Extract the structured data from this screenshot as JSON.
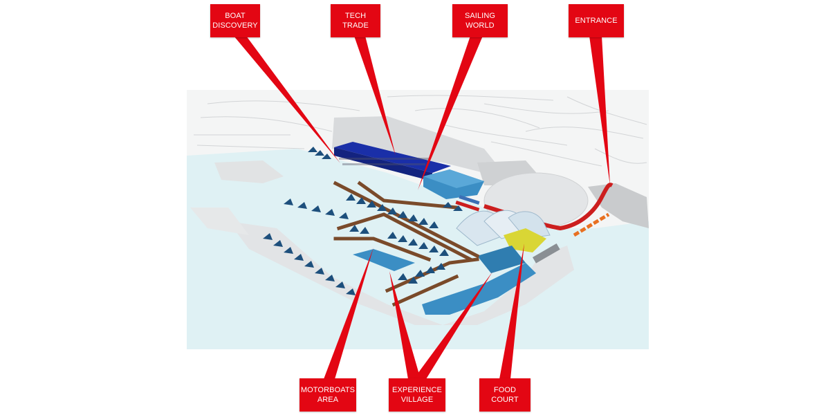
{
  "labels": {
    "boat_discovery": [
      "BOAT",
      "DISCOVERY"
    ],
    "tech_trade": [
      "TECH",
      "TRADE"
    ],
    "sailing_world": [
      "SAILING",
      "WORLD"
    ],
    "entrance": [
      "ENTRANCE"
    ],
    "motorboats_area": [
      "MOTORBOATS",
      "AREA"
    ],
    "experience_village": [
      "EXPERIENCE",
      "VILLAGE"
    ],
    "food_court": [
      "FOOD",
      "COURT"
    ]
  },
  "colors": {
    "label_red": "#e30613",
    "tech_trade_hall": "#1a2fa8",
    "pavilion_blue": "#3b8ec4",
    "water": "#dff1f4",
    "pier_brown": "#7a4a2a",
    "food_court_yellow": "#d9d635",
    "entrance_red": "#cc1e1e"
  }
}
